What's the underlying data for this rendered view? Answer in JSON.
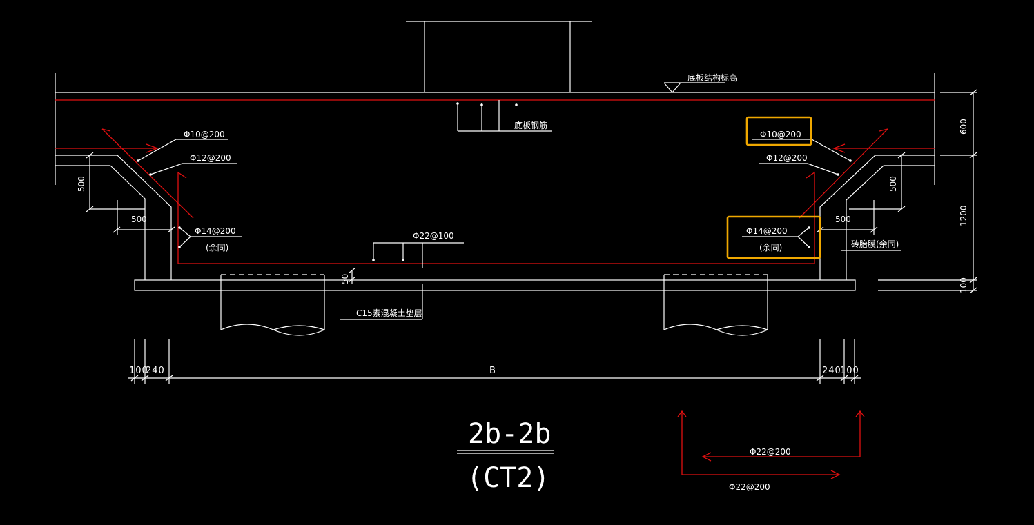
{
  "labels": {
    "slab_elevation": "底板结构标高",
    "slab_rebar": "底板钢筋",
    "left_bar_1": "Φ10@200",
    "left_bar_2": "Φ12@200",
    "left_bar_3": "Φ14@200",
    "left_bar_3_note": "(余同)",
    "right_bar_1": "Φ10@200",
    "right_bar_2": "Φ12@200",
    "right_bar_3": "Φ14@200",
    "right_bar_3_note": "(余同)",
    "bottom_main_bar": "Φ22@100",
    "right_wall_note": "砖胎膜(余同)",
    "cushion": "C15素混凝土垫层",
    "detail_bar_top": "Φ22@200",
    "detail_bar_bottom": "Φ22@200"
  },
  "dimensions": {
    "left_vertical_500": "500",
    "left_horizontal_500": "500",
    "right_vertical_500": "500",
    "right_horizontal_500": "500",
    "right_600": "600",
    "right_1200": "1200",
    "right_100": "100",
    "cushion_50": "50",
    "bottom_left_100": "100",
    "bottom_left_240": "240",
    "bottom_B": "B",
    "bottom_right_240": "240",
    "bottom_right_100": "100"
  },
  "section_title": {
    "name": "2b-2b",
    "sub": "(CT2)"
  },
  "colors": {
    "background": "#000000",
    "line": "#ffffff",
    "rebar": "#e01010",
    "highlight": "#f0a800"
  }
}
